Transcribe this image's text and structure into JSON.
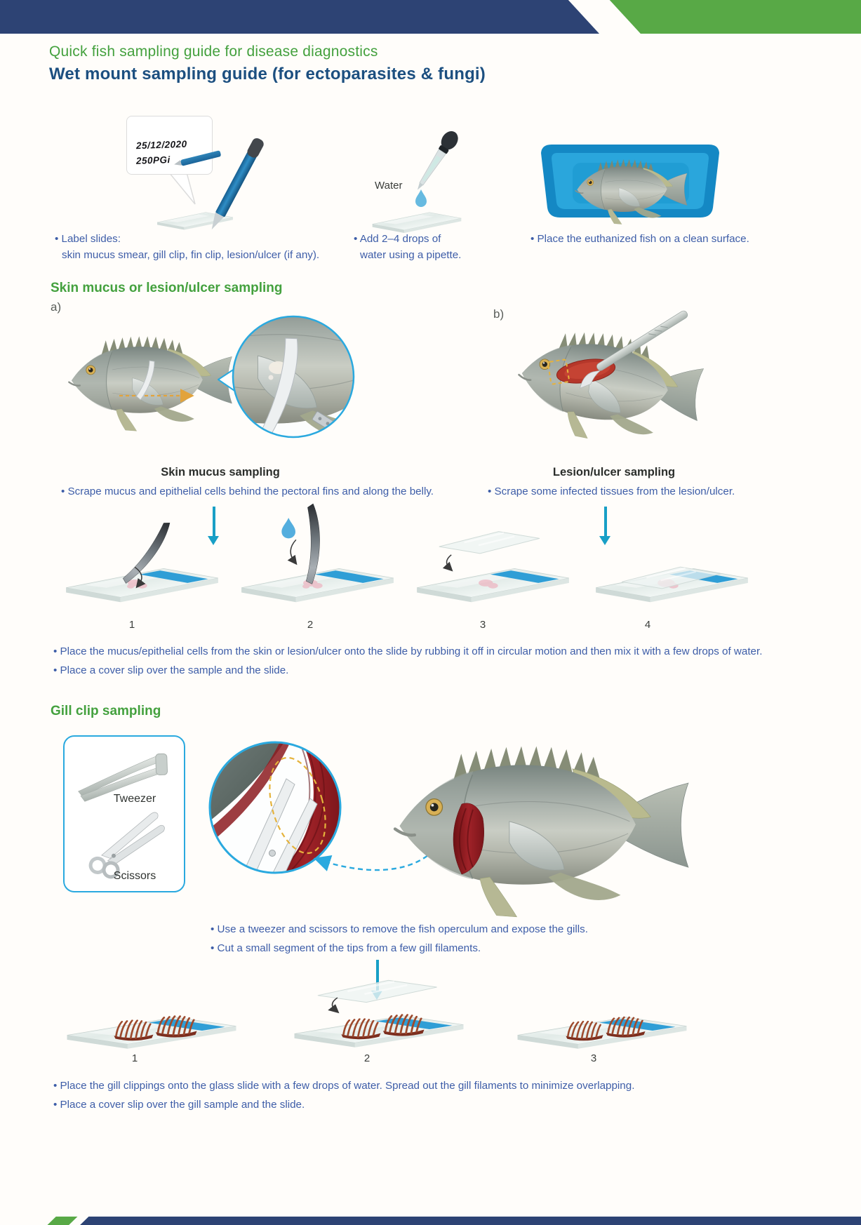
{
  "header": {
    "title": "Quick fish sampling guide for disease diagnostics",
    "subtitle": "Wet mount sampling guide (for ectoparasites & fungi)"
  },
  "intro": {
    "label_step": {
      "bullet": "• Label slides:",
      "bullet_line2": "skin mucus smear, gill clip, fin clip, lesion/ulcer (if any).",
      "slide_text_line1": "25/12/2020",
      "slide_text_line2": "250PGi"
    },
    "water_step": {
      "water_label": "Water",
      "bullet": "• Add 2–4 drops of",
      "bullet_line2": "water using a pipette."
    },
    "tray_step": {
      "bullet": "• Place the euthanized fish on a clean surface."
    }
  },
  "skin_section": {
    "heading": "Skin mucus or lesion/ulcer sampling",
    "a_marker": "a)",
    "b_marker": "b)",
    "a_caption": "Skin mucus sampling",
    "b_caption": "Lesion/ulcer sampling",
    "a_bullet": "• Scrape mucus and epithelial cells behind the pectoral fins and along the belly.",
    "b_bullet": "• Scrape some infected tissues from the lesion/ulcer.",
    "steps": [
      "1",
      "2",
      "3",
      "4"
    ],
    "bullet1": "• Place the mucus/epithelial cells from the skin or lesion/ulcer onto the slide by rubbing it off in circular motion and then mix it with a few drops of water.",
    "bullet2": "• Place a cover slip over the sample and the slide."
  },
  "gill_section": {
    "heading": "Gill clip sampling",
    "tweezer_label": "Tweezer",
    "scissors_label": "Scissors",
    "bullet1": "• Use a tweezer and scissors to remove the fish operculum and expose the gills.",
    "bullet2": "• Cut a small segment of the tips from a few gill filaments.",
    "steps": [
      "1",
      "2",
      "3"
    ],
    "bullet3": "• Place the gill clippings onto the glass slide with a few drops of water. Spread out the gill filaments to minimize overlapping.",
    "bullet4": "• Place a cover slip over the gill sample and the slide."
  },
  "colors": {
    "header_blue": "#2d4374",
    "header_green": "#58a946",
    "heading_green": "#44a13e",
    "subtitle_navy": "#1c4f80",
    "text_blue": "#3d5da8",
    "accent_teal": "#189fc6",
    "circle_blue": "#2aa9df",
    "slide_stripe_blue": "#2f9ed6",
    "gill_red": "#8c1f22",
    "tray_blue": "#1488c4"
  }
}
